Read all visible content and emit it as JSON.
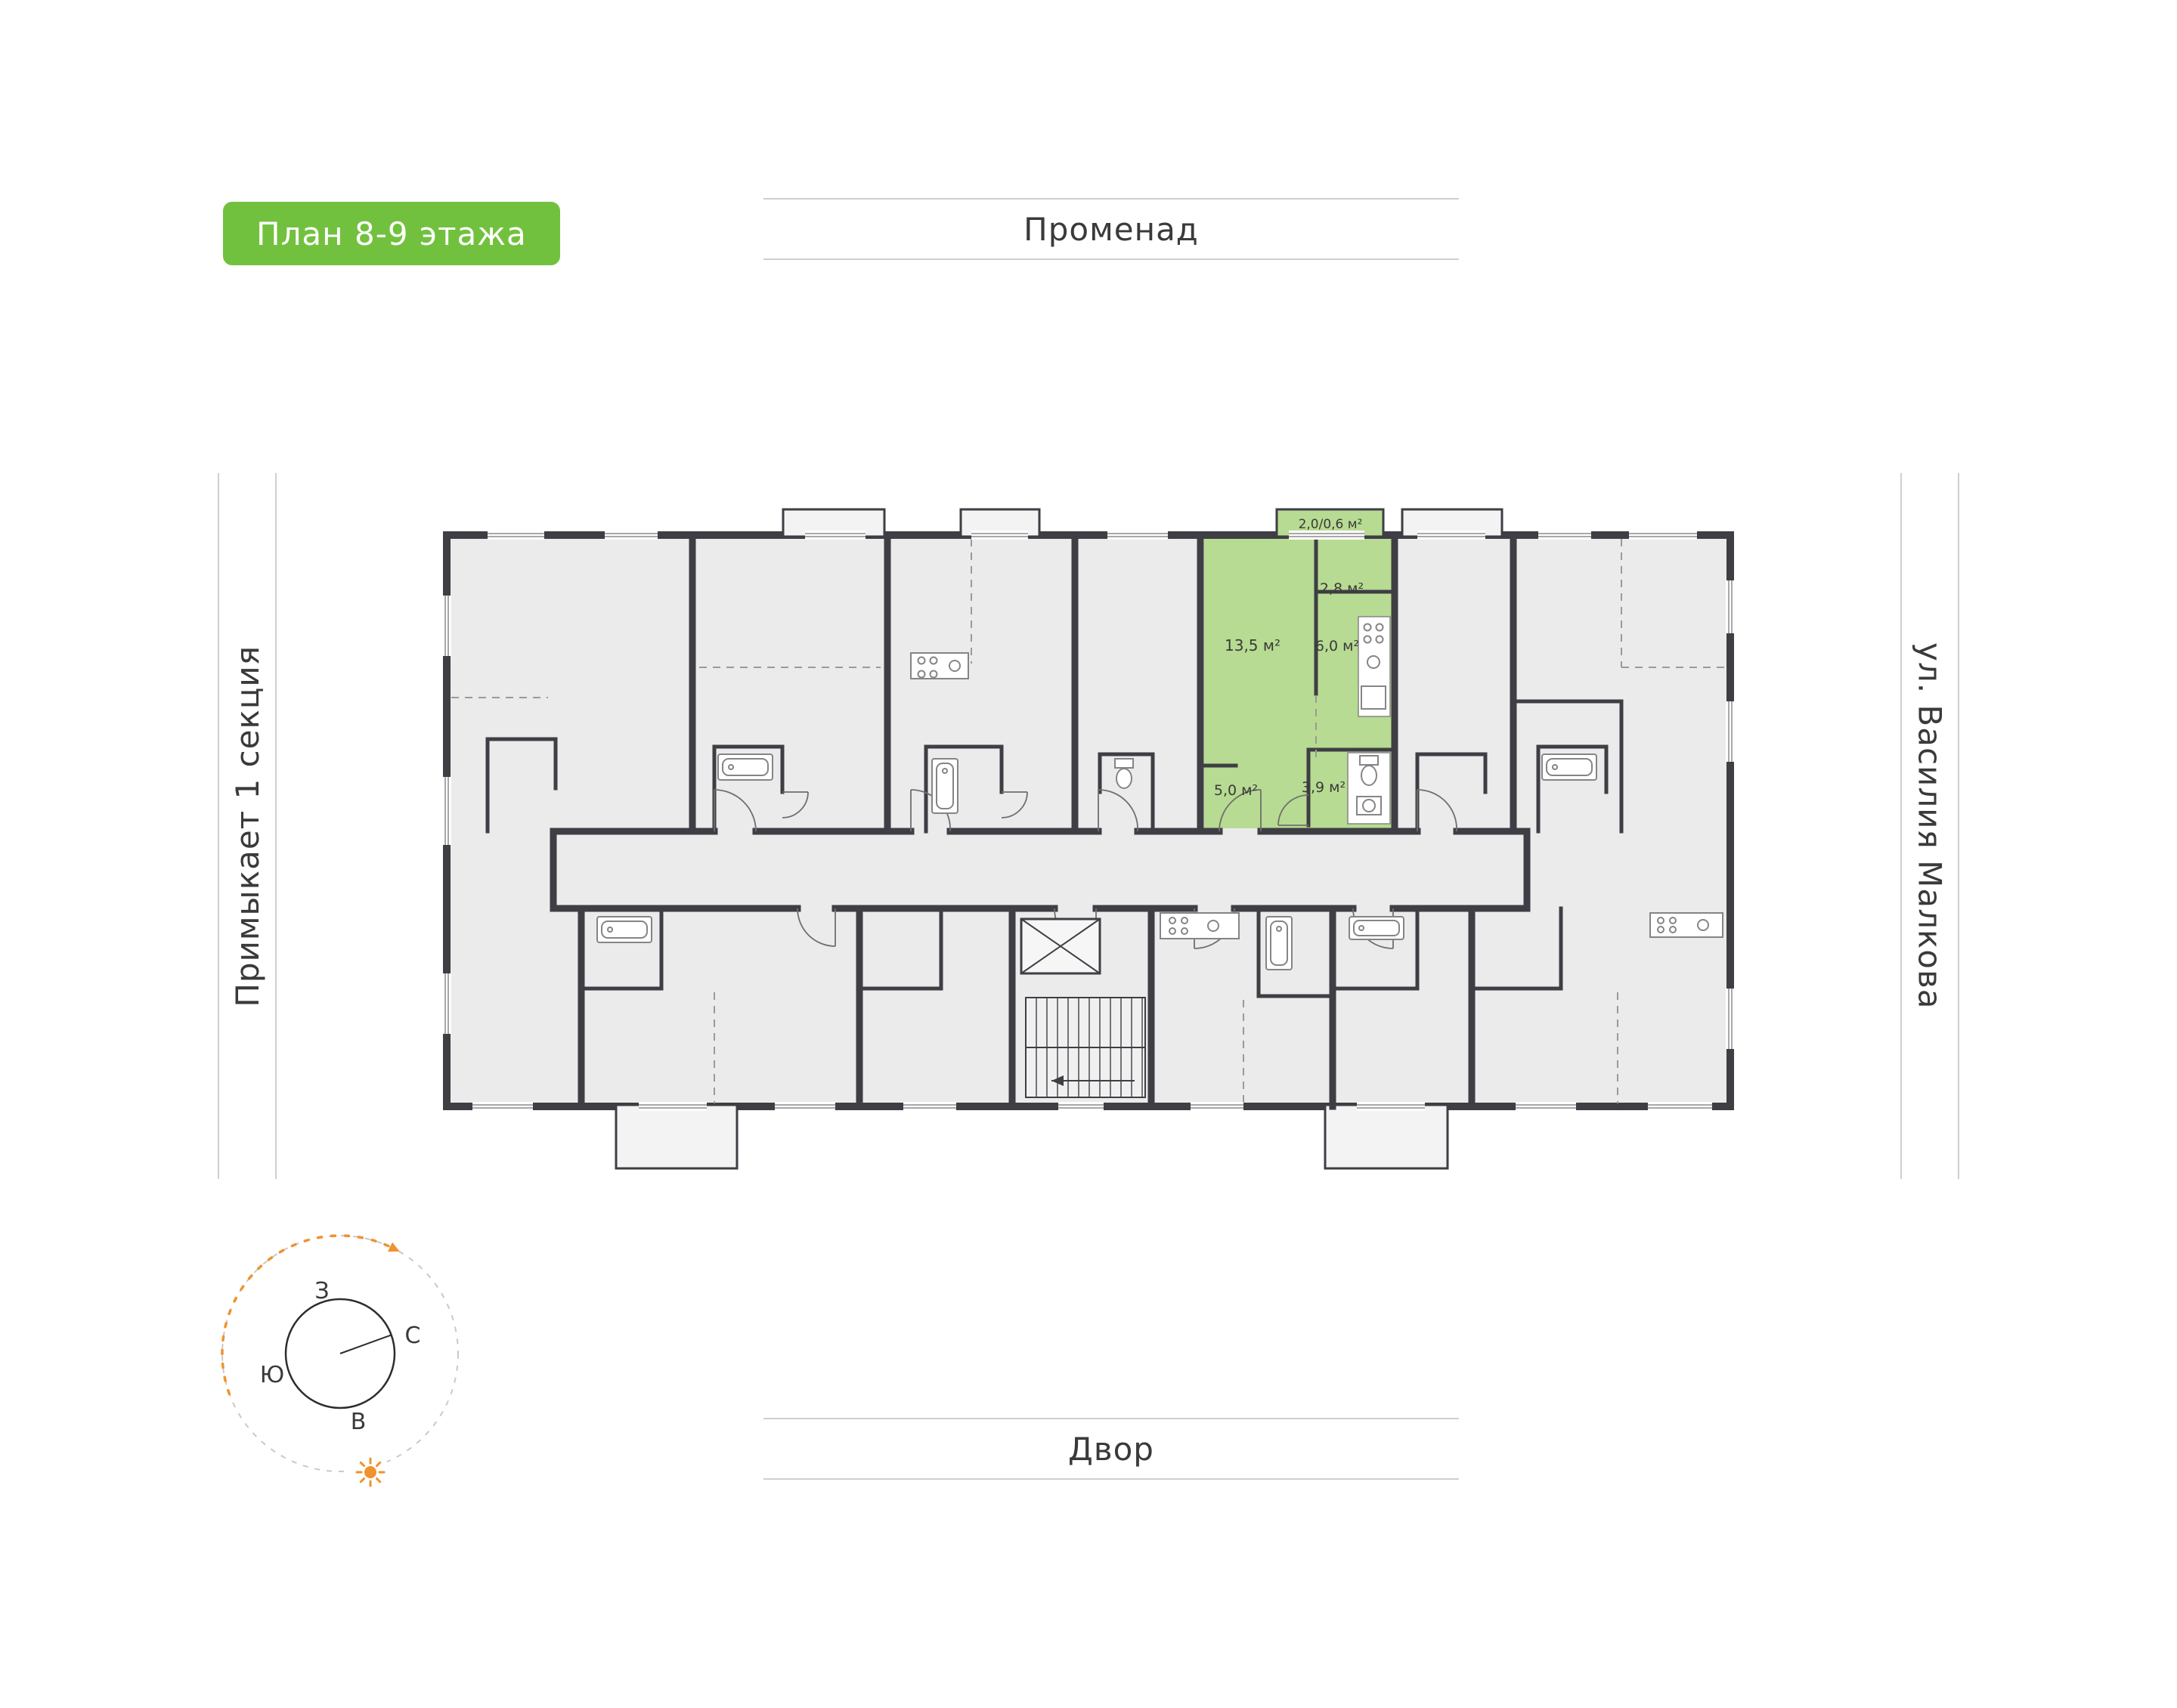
{
  "badge": {
    "label": "План 8-9 этажа",
    "color": "#72c13e"
  },
  "surroundings": {
    "top": "Променад",
    "bottom": "Двор",
    "left": "Примыкает 1 секция",
    "right": "ул. Василия Малкова"
  },
  "compass": {
    "west": "З",
    "north": "С",
    "south": "Ю",
    "east": "В"
  },
  "apartment": {
    "highlight_color": "#b7db92",
    "areas": {
      "balcony": "2,0/0,6 м²",
      "loggia": "2,8 м²",
      "living": "13,5 м²",
      "kitchen": "6,0 м²",
      "hall": "5,0 м²",
      "bathroom": "3,9 м²"
    }
  },
  "plan": {
    "wall_color": "#3e3e44",
    "room_fill": "#ebebeb",
    "guide_line_color": "#cfcfcf",
    "accent_orange": "#f0922d"
  }
}
